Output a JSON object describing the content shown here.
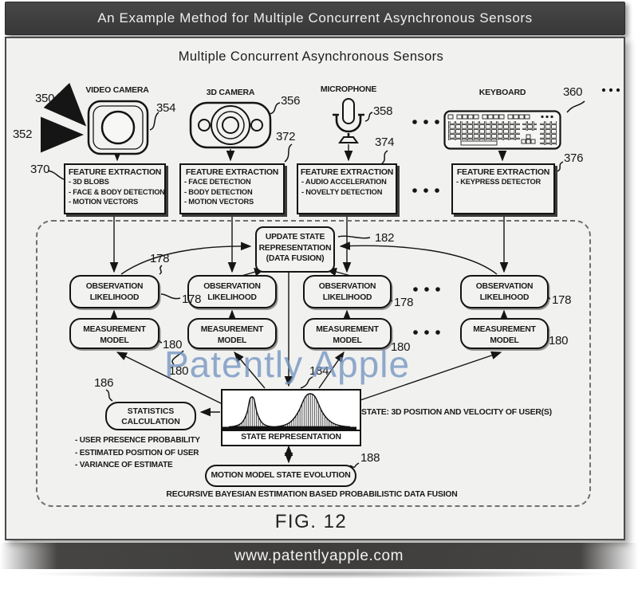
{
  "header": {
    "title": "An Example Method for Multiple Concurrent Asynchronous Sensors"
  },
  "footer": {
    "url": "www.patentlyapple.com"
  },
  "diagram": {
    "title": "Multiple Concurrent Asynchronous Sensors",
    "caption": "FIG. 12",
    "watermark": "Patently Apple",
    "sensors": [
      {
        "label": "VIDEO CAMERA"
      },
      {
        "label": "3D CAMERA"
      },
      {
        "label": "MICROPHONE"
      },
      {
        "label": "KEYBOARD"
      }
    ],
    "refs": {
      "group": "350",
      "input_arrow": "352",
      "video_camera": "354",
      "camera_3d": "356",
      "microphone": "358",
      "keyboard": "360",
      "fe1": "370",
      "fe2": "372",
      "fe3": "374",
      "fe4": "376",
      "update": "182",
      "observation": "178",
      "measurement": "180",
      "state_rep": "184",
      "stats": "186",
      "motion": "188"
    },
    "feature_extraction": {
      "title": "FEATURE EXTRACTION",
      "boxes": [
        {
          "items": [
            "- 3D BLOBS",
            "- FACE & BODY DETECTION",
            "- MOTION VECTORS"
          ]
        },
        {
          "items": [
            "- FACE DETECTION",
            "- BODY DETECTION",
            "- MOTION VECTORS"
          ]
        },
        {
          "items": [
            "- AUDIO ACCELERATION",
            "- NOVELTY DETECTION"
          ]
        },
        {
          "items": [
            "- KEYPRESS DETECTOR"
          ]
        }
      ]
    },
    "update_state": {
      "line1": "UPDATE STATE",
      "line2": "REPRESENTATION",
      "line3": "(DATA FUSION)"
    },
    "observation_likelihood": {
      "line1": "OBSERVATION",
      "line2": "LIKELIHOOD"
    },
    "measurement_model": {
      "line1": "MEASUREMENT",
      "line2": "MODEL"
    },
    "statistics": {
      "line1": "STATISTICS",
      "line2": "CALCULATION",
      "bullets": [
        "- USER PRESENCE PROBABILITY",
        "- ESTIMATED POSITION OF USER",
        "- VARIANCE OF ESTIMATE"
      ]
    },
    "state_representation": {
      "label": "STATE REPRESENTATION",
      "note": "STATE: 3D POSITION AND VELOCITY OF USER(S)"
    },
    "motion_model": {
      "label": "MOTION MODEL STATE EVOLUTION"
    },
    "fusion_label": "RECURSIVE BAYESIAN ESTIMATION BASED PROBABILISTIC DATA FUSION"
  }
}
